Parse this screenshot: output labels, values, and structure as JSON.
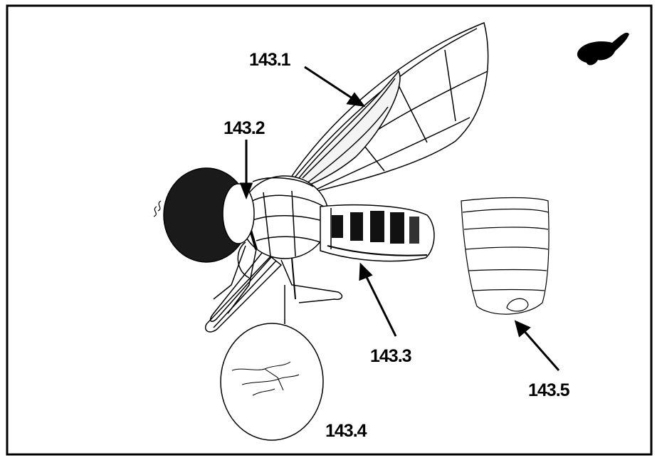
{
  "labels": {
    "wing": "143.1",
    "head": "143.2",
    "abdomen_side": "143.3",
    "magnified_detail": "143.4",
    "abdomen_tip": "143.5"
  },
  "icons": {
    "corner": "fly-silhouette-icon"
  },
  "colors": {
    "ink": "#000000",
    "paper": "#ffffff",
    "shade": "#1a1a1a"
  }
}
